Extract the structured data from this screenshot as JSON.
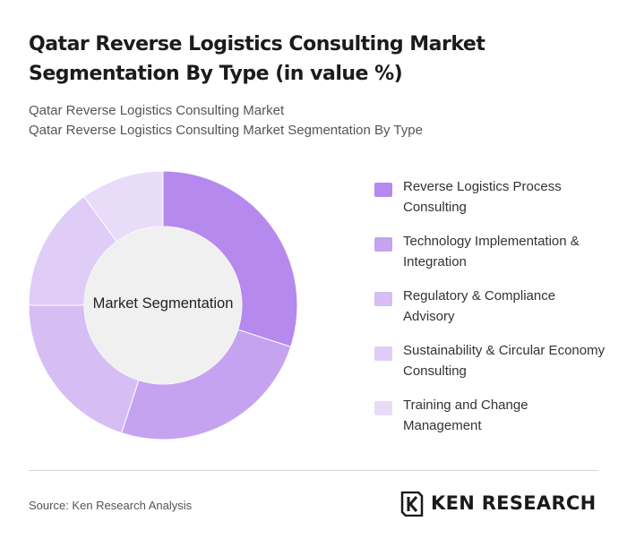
{
  "header": {
    "title": "Qatar Reverse Logistics Consulting Market Segmentation By Type (in value %)",
    "subtitle_line1": "Qatar Reverse Logistics Consulting Market",
    "subtitle_line2": "Qatar Reverse Logistics Consulting Market Segmentation By Type"
  },
  "chart_data": {
    "type": "pie",
    "donut": true,
    "center_label": "Market Segmentation",
    "categories": [
      "Reverse Logistics Process Consulting",
      "Technology Implementation & Integration",
      "Regulatory & Compliance Advisory",
      "Sustainability & Circular Economy Consulting",
      "Training and Change Management"
    ],
    "values": [
      30,
      25,
      20,
      15,
      10
    ],
    "colors": [
      "#b589ee",
      "#c6a3f0",
      "#d6bdf4",
      "#e0cdf7",
      "#e9dcf9"
    ],
    "legend_position": "right"
  },
  "legend": {
    "items": [
      "Reverse Logistics Process Consulting",
      "Technology Implementation & Integration",
      "Regulatory & Compliance Advisory",
      "Sustainability & Circular Economy Consulting",
      "Training and Change Management"
    ]
  },
  "footer": {
    "source": "Source: Ken Research Analysis",
    "logo_text": "KEN RESEARCH"
  }
}
